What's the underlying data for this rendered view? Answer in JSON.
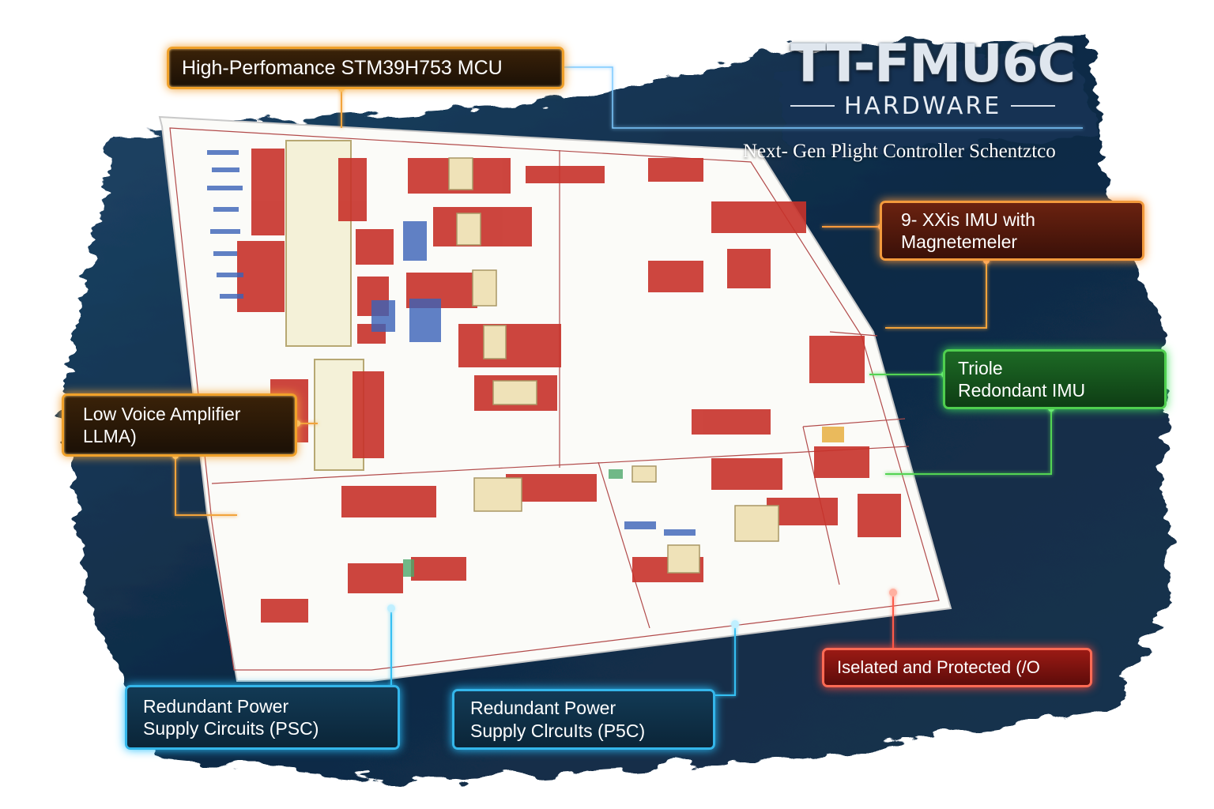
{
  "header": {
    "title": "TT-FMU6C",
    "subtitle": "HARDWARE",
    "tagline": "Next- Gen Plight Controller Schentztco"
  },
  "callouts": {
    "mcu": {
      "lines": [
        "High-Perfomance STM39H753 MCU"
      ]
    },
    "imu": {
      "lines": [
        "9- XXis IMU with",
        "Magnetemeler"
      ]
    },
    "triple_imu": {
      "lines": [
        "Triole",
        "Redondant IMU"
      ]
    },
    "lna": {
      "lines": [
        "Low Voice Amplifier",
        "LLMA)"
      ]
    },
    "psc_left": {
      "lines": [
        "Redundant Power",
        "Supply Circuits (PSC)"
      ]
    },
    "psc_right": {
      "lines": [
        "Redundant Power",
        "Supply ClrcuIts (P5C)"
      ]
    },
    "io": {
      "lines": [
        "Iselated and Protected (/O"
      ]
    }
  },
  "colors": {
    "orange": "#f0a12a",
    "green": "#4fcf4f",
    "blue": "#34b6ea",
    "red": "#ff6a54",
    "schematic_red": "#c8322a",
    "schematic_blue": "#3a62b8",
    "navy_backdrop": "#0f2a45"
  }
}
